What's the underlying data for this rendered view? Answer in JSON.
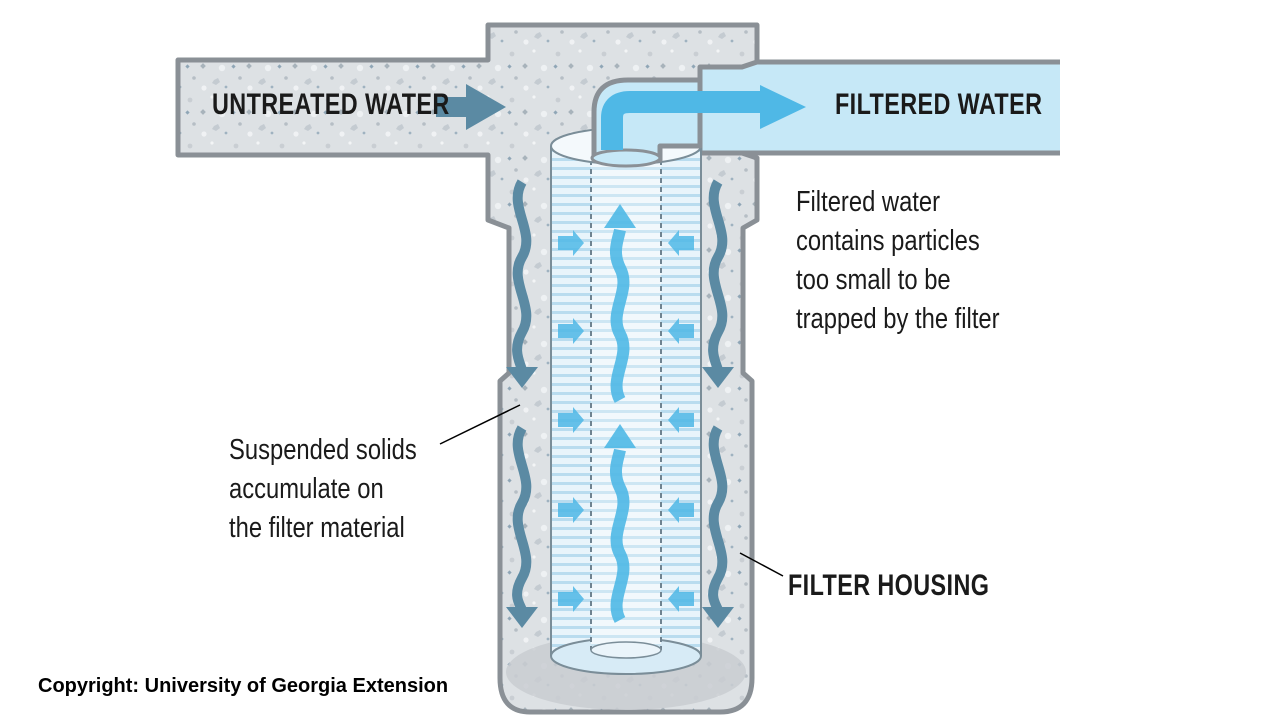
{
  "labels": {
    "untreated_water": "UNTREATED WATER",
    "filtered_water": "FILTERED WATER",
    "filter_housing": "FILTER HOUSING"
  },
  "notes": {
    "filtered_note": [
      "Filtered water",
      "contains particles",
      "too small to be",
      "trapped by the filter"
    ],
    "solids_note": [
      "Suspended solids",
      "accumulate on",
      "the filter material"
    ]
  },
  "copyright": "Copyright: University of Georgia Extension",
  "colors": {
    "housing_fill": "#dde1e4",
    "housing_outline": "#8a9096",
    "filtered_pipe_fill": "#c6e8f7",
    "flow_arrow_dark": "#5b8aa3",
    "flow_arrow_light": "#4fb8e6",
    "cartridge_fill": "#e7f3fa",
    "cartridge_stripe": "#b7daee"
  },
  "icons": {
    "flow_arrow": "arrow-right-icon",
    "wavy_flow": "wavy-arrow-down-icon",
    "inward_flow": "chevron-arrow-icon"
  }
}
